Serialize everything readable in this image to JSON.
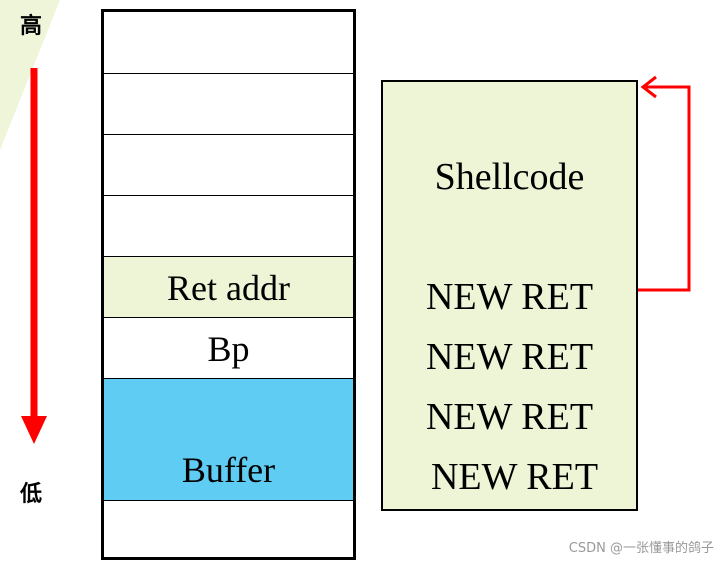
{
  "labels": {
    "high": "高",
    "low": "低"
  },
  "stack": {
    "cells": [
      "",
      "",
      "",
      "",
      "Ret addr",
      "Bp",
      "",
      "Buffer",
      ""
    ]
  },
  "payload": {
    "shellcode": "Shellcode",
    "new_ret": [
      "NEW RET",
      "NEW RET",
      "NEW RET",
      "NEW RET"
    ]
  },
  "watermark": "CSDN @一张懂事的鸽子",
  "colors": {
    "arrow": "#ff0000",
    "ret_addr_fill": "#edf5d6",
    "buffer_fill": "#5fcdf3",
    "payload_fill": "#edf5d6",
    "wedge": "#eef5d9"
  }
}
